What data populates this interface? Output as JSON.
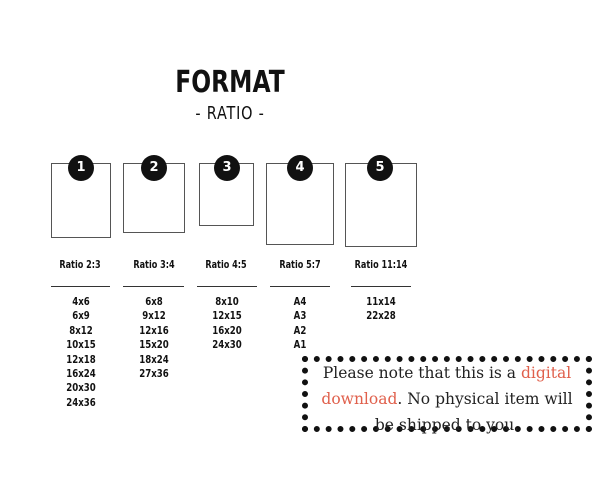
{
  "header": {
    "title": "FORMAT",
    "subtitle": "- RATIO -"
  },
  "formats": [
    {
      "number": "1",
      "ratio": "Ratio 2:3",
      "sizes": [
        "4x6",
        "6x9",
        "8x12",
        "10x15",
        "12x18",
        "16x24",
        "20x30",
        "24x36"
      ]
    },
    {
      "number": "2",
      "ratio": "Ratio 3:4",
      "sizes": [
        "6x8",
        "9x12",
        "12x16",
        "15x20",
        "18x24",
        "27x36"
      ]
    },
    {
      "number": "3",
      "ratio": "Ratio 4:5",
      "sizes": [
        "8x10",
        "12x15",
        "16x20",
        "24x30"
      ]
    },
    {
      "number": "4",
      "ratio": "Ratio 5:7",
      "sizes": [
        "A4",
        "A3",
        "A2",
        "A1"
      ]
    },
    {
      "number": "5",
      "ratio": "Ratio 11:14",
      "sizes": [
        "11x14",
        "22x28"
      ]
    }
  ],
  "notice": {
    "part1": "Please note that this is a ",
    "highlight": "digital download",
    "part2": ". No physical item will be shipped to you.",
    "highlight_color": "#e0604c"
  }
}
